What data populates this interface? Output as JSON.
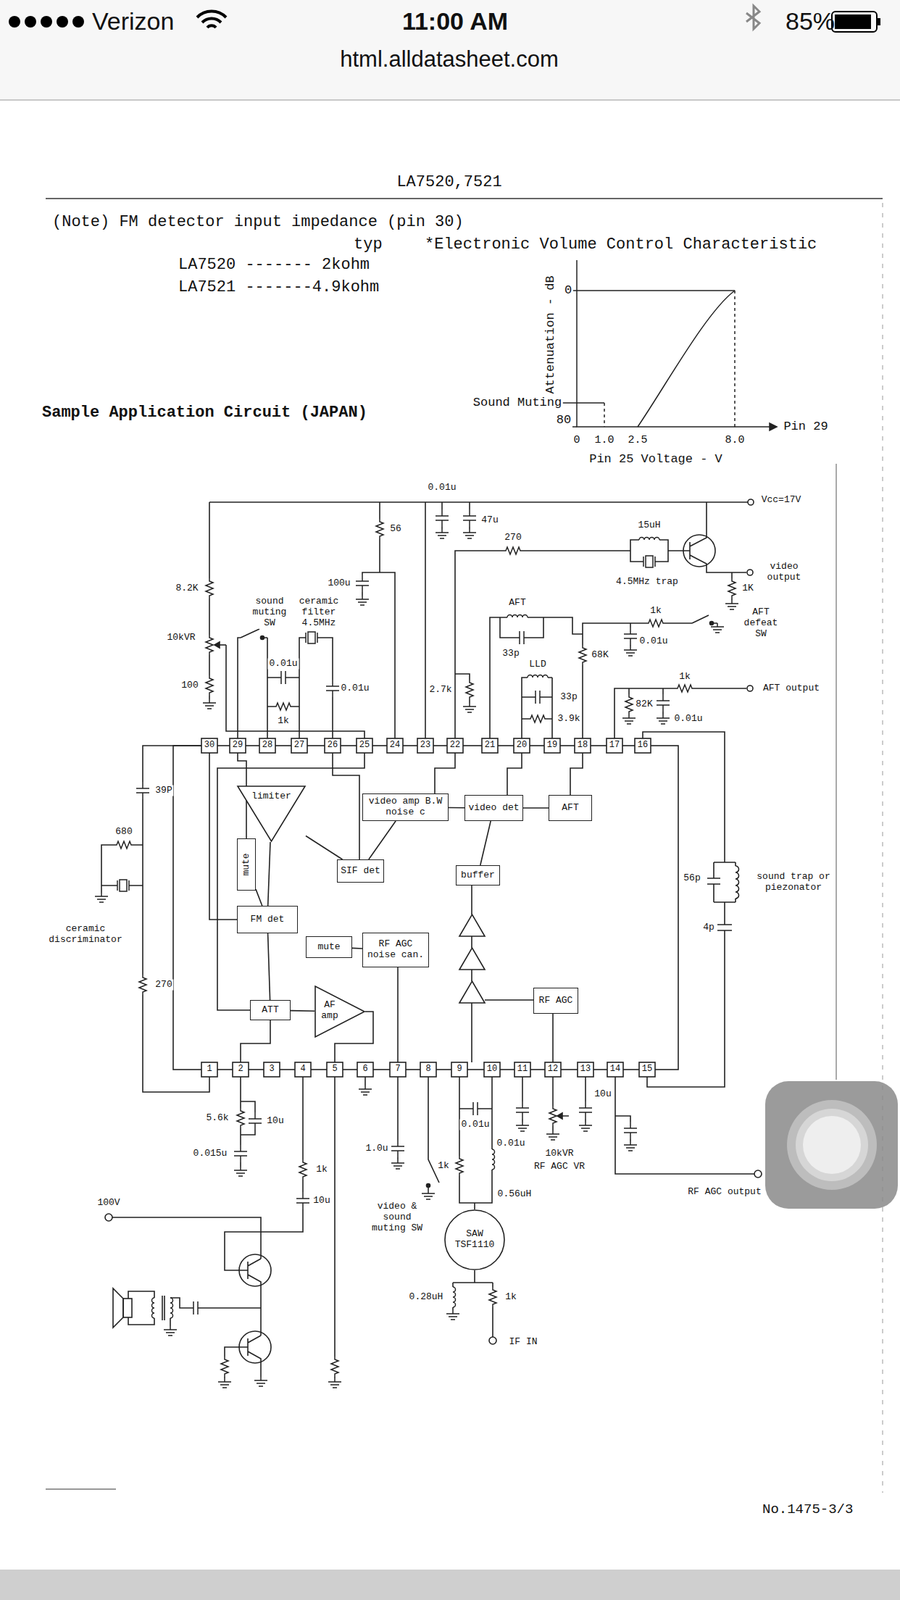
{
  "diagram": {
    "title": "LA7520,7521",
    "nodes": [
      {
        "text": [
          "limiter"
        ]
      },
      {
        "text": [
          "video amp B.W noise c"
        ]
      },
      {
        "text": [
          "video det"
        ]
      },
      {
        "text": [
          "AFT"
        ]
      },
      {
        "text": [
          "mute"
        ]
      },
      {
        "text": [
          "SIF det"
        ]
      },
      {
        "text": [
          "buffer"
        ]
      },
      {
        "text": [
          "FM det"
        ]
      },
      {
        "text": [
          "mute"
        ]
      },
      {
        "text": [
          "RF AGC noise can."
        ]
      },
      {
        "text": [
          "ATT"
        ]
      },
      {
        "text": [
          "AF amp"
        ]
      },
      {
        "text": [
          "RF AGC"
        ]
      },
      {
        "text": [
          "SAW TSF1110"
        ]
      }
    ],
    "edges": [
      {
        "from": 0,
        "to": 7,
        "arrow": "none"
      },
      {
        "from": 4,
        "to": 7,
        "arrow": "none"
      },
      {
        "from": 7,
        "to": 10,
        "arrow": "none"
      },
      {
        "from": 10,
        "to": 11,
        "arrow": "none"
      },
      {
        "from": 6,
        "to": 2,
        "arrow": "none"
      },
      {
        "from": 2,
        "to": 1,
        "arrow": "none"
      },
      {
        "from": 2,
        "to": 3,
        "arrow": "none"
      },
      {
        "from": 1,
        "to": 5,
        "arrow": "none"
      },
      {
        "from": 5,
        "to": 0,
        "arrow": "none"
      },
      {
        "from": 8,
        "to": 9,
        "arrow": "none"
      }
    ],
    "labels": [
      "Verizon",
      "11:00 AM",
      "85%",
      "html.alldatasheet.com",
      "(Note) FM detector input impedance (pin 30)",
      "typ",
      "*Electronic Volume Control Characteristic",
      "LA7520 ------- 2kohm",
      "LA7521 -------4.9kohm",
      "Attenuation - dB",
      "0",
      "Sound Muting",
      "80",
      "Pin 29",
      "0",
      "1.0",
      "2.5",
      "8.0",
      "Pin 25 Voltage - V",
      "Sample Application Circuit (JAPAN)",
      "0.01u",
      "47u",
      "Vcc=17V",
      "56",
      "100u",
      "270",
      "15uH",
      "4.5MHz trap",
      "1K",
      "video output",
      "8.2K",
      "10kVR",
      "sound muting SW",
      "ceramic filter 4.5MHz",
      "0.01u",
      "1k",
      "0.01u",
      "100",
      "2.7k",
      "AFT",
      "33p",
      "68K",
      "1k",
      "0.01u",
      "AFT defeat SW",
      "LLD",
      "33p",
      "3.9k",
      "82K",
      "1k",
      "0.01u",
      "AFT output",
      "39P",
      "680",
      "ceramic discriminator",
      "270",
      "56p",
      "sound trap or piezonator",
      "4p",
      "5.6k",
      "10u",
      "0.015u",
      "1k",
      "10u",
      "1.0u",
      "video & sound muting SW",
      "0.01u",
      "0.01u",
      "10kVR",
      "RF AGC VR",
      "1k",
      "0.56uH",
      "10u",
      "RF AGC output",
      "100V",
      "0.28uH",
      "1k",
      "IF IN",
      "30",
      "29",
      "28",
      "27",
      "26",
      "25",
      "24",
      "23",
      "22",
      "21",
      "20",
      "19",
      "18",
      "17",
      "16",
      "1",
      "2",
      "3",
      "4",
      "5",
      "6",
      "7",
      "8",
      "9",
      "10",
      "11",
      "12",
      "13",
      "14",
      "15",
      "No.1475-3/3"
    ]
  }
}
